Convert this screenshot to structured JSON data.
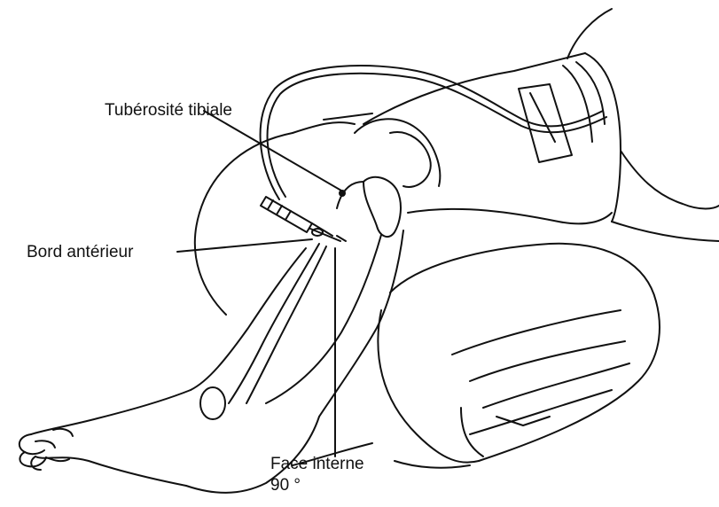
{
  "labels": {
    "tuberosite": "Tubérosité tibiale",
    "bord": "Bord antérieur",
    "face": "Face interne",
    "angle": "90 °"
  },
  "colors": {
    "ink": "#111111",
    "paper": "#ffffff"
  }
}
